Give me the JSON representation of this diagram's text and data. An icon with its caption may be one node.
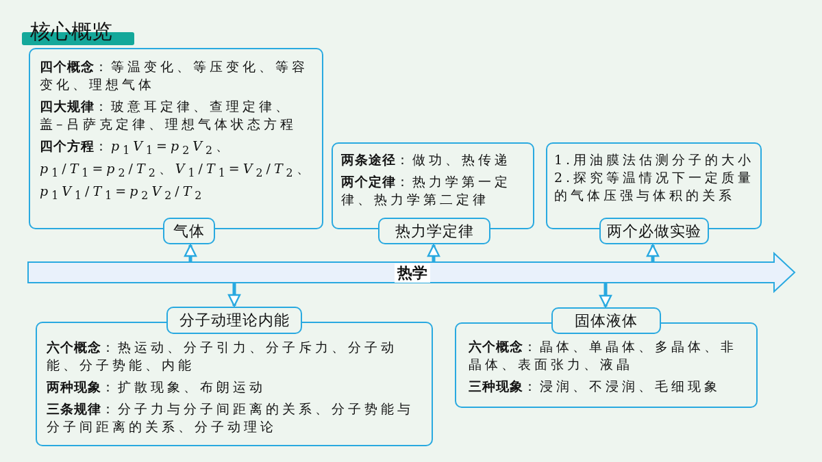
{
  "diagram": {
    "title": "核心概览",
    "nodes": [
      {
        "text": [
          "**四个概念**：等温变化、等压变化、等容变化、理想气体",
          "**四大规律**：玻意耳定律、查理定律、盖–吕萨克定律、理想气体状态方程",
          "**四个方程**：*p*$_{1}$*V*$_{1}$=*p*$_{2}$*V*$_{2}$、*p*$_{1}$/*T*$_{1}$=*p*$_{2}$/*T*$_{2}$、*V*$_{1}$/*T*$_{1}$=*V*$_{2}$/*T*$_{2}$、*p*$_{1}$*V*$_{1}$/*T*$_{1}$=*p*$_{2}$*V*$_{2}$/*T*$_{2}$"
        ]
      },
      {
        "text": [
          "气体"
        ]
      },
      {
        "text": [
          "**两条途径**：做功、热传递",
          "**两个定律**：热力学第一定律、热力学第二定律"
        ]
      },
      {
        "text": [
          "热力学定律"
        ]
      },
      {
        "text": [
          "1.用油膜法估测分子的大小",
          "2.探究等温情况下一定质量的气体压强与体积的关系"
        ]
      },
      {
        "text": [
          "两个必做实验"
        ]
      },
      {
        "text": [
          "热学"
        ]
      },
      {
        "text": [
          "分子动理论内能"
        ]
      },
      {
        "text": [
          "**六个概念**：热运动、分子引力、分子斥力、分子动能、分子势能、内能",
          "**两种现象**：扩散现象、布朗运动",
          "**三条规律**：分子力与分子间距离的关系、分子势能与分子间距离的关系、分子动理论"
        ]
      },
      {
        "text": [
          "固体液体"
        ]
      },
      {
        "text": [
          "**六个概念**：晶体、单晶体、多晶体、非晶体、表面张力、液晶",
          "**三种现象**：浸润、不浸润、毛细现象"
        ]
      }
    ],
    "edges": [
      {
        "from": 6,
        "to": 1,
        "arrow": "to"
      },
      {
        "from": 6,
        "to": 3,
        "arrow": "to"
      },
      {
        "from": 6,
        "to": 5,
        "arrow": "to"
      },
      {
        "from": 6,
        "to": 7,
        "arrow": "to"
      },
      {
        "from": 6,
        "to": 9,
        "arrow": "to"
      }
    ]
  }
}
